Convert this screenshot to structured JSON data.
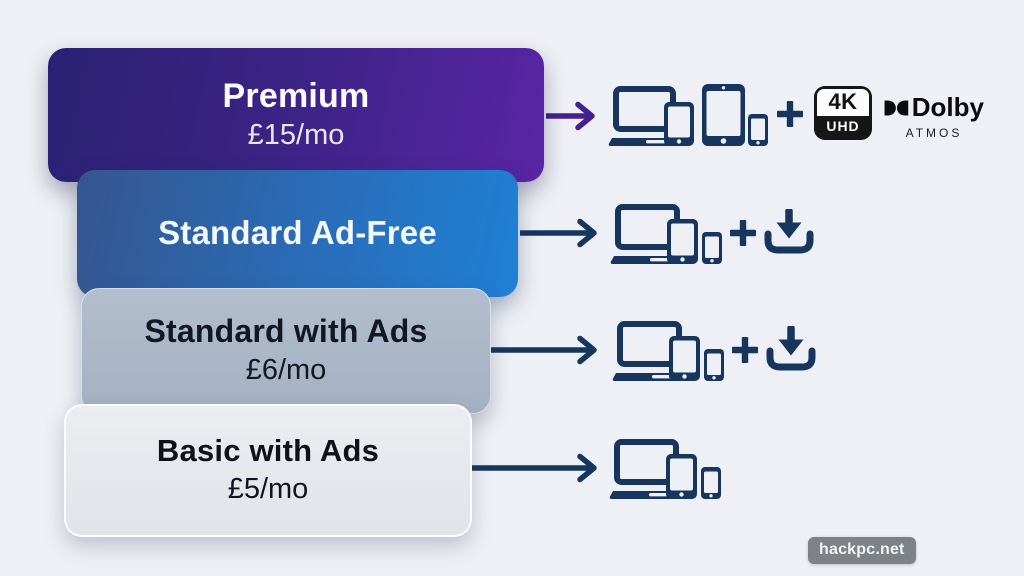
{
  "page": {
    "background": "#eef0f5",
    "watermark": "hackpc.net"
  },
  "colors": {
    "device_icon_navy": "#16365e",
    "arrow_premium_purple": "#45218f",
    "arrow_default_navy": "#16365e",
    "premium_card_gradient": [
      "#2b2173",
      "#5b25a5"
    ],
    "standard_adfree_card_gradient": [
      "#35568e",
      "#1f80d6"
    ],
    "standard_ads_card": "#aab7c8",
    "basic_card": "#e6e8ec",
    "dolby_black": "#0c0c0e",
    "uhd_badge_black": "#161616"
  },
  "plans": [
    {
      "name": "Premium",
      "price": "£15/mo",
      "devices": [
        "laptop",
        "tablet",
        "tablet-large",
        "phone"
      ],
      "extras": [
        "4K UHD",
        "Dolby Atmos"
      ]
    },
    {
      "name": "Standard Ad-Free",
      "devices": [
        "laptop",
        "tablet",
        "phone"
      ],
      "extras": [
        "downloads"
      ]
    },
    {
      "name": "Standard with Ads",
      "price": "£6/mo",
      "devices": [
        "laptop",
        "tablet",
        "phone"
      ],
      "extras": [
        "downloads"
      ]
    },
    {
      "name": "Basic with Ads",
      "price": "£5/mo",
      "devices": [
        "laptop",
        "tablet",
        "phone"
      ],
      "extras": []
    }
  ],
  "badges": {
    "uhd_top": "4K",
    "uhd_bottom": "UHD",
    "dolby_name": "Dolby",
    "dolby_sub": "ATMOS"
  }
}
